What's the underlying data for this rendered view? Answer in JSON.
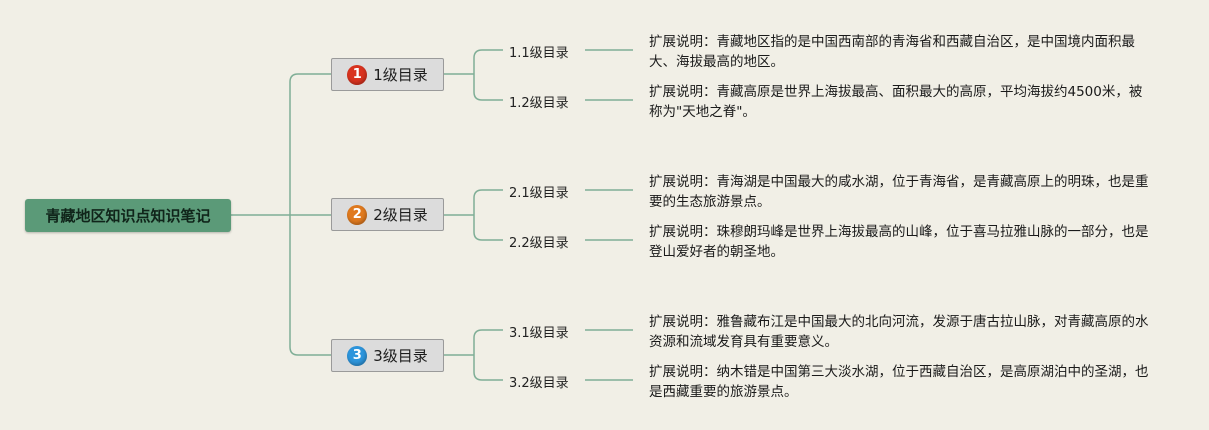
{
  "root": {
    "label": "青藏地区知识点知识笔记",
    "color": "#5b9a78"
  },
  "line_color": "#7fae96",
  "sections": [
    {
      "number": "1",
      "badge_color": "#d9331f",
      "label": "1级目录",
      "children": [
        {
          "label": "1.1级目录",
          "note": "扩展说明：青藏地区指的是中国西南部的青海省和西藏自治区，是中国境内面积最大、海拔最高的地区。"
        },
        {
          "label": "1.2级目录",
          "note": "扩展说明：青藏高原是世界上海拔最高、面积最大的高原，平均海拔约4500米，被称为\"天地之脊\"。"
        }
      ]
    },
    {
      "number": "2",
      "badge_color": "#e07a1f",
      "label": "2级目录",
      "children": [
        {
          "label": "2.1级目录",
          "note": "扩展说明：青海湖是中国最大的咸水湖，位于青海省，是青藏高原上的明珠，也是重要的生态旅游景点。"
        },
        {
          "label": "2.2级目录",
          "note": "扩展说明：珠穆朗玛峰是世界上海拔最高的山峰，位于喜马拉雅山脉的一部分，也是登山爱好者的朝圣地。"
        }
      ]
    },
    {
      "number": "3",
      "badge_color": "#2d95dc",
      "label": "3级目录",
      "children": [
        {
          "label": "3.1级目录",
          "note": "扩展说明：雅鲁藏布江是中国最大的北向河流，发源于唐古拉山脉，对青藏高原的水资源和流域发育具有重要意义。"
        },
        {
          "label": "3.2级目录",
          "note": "扩展说明：纳木错是中国第三大淡水湖，位于西藏自治区，是高原湖泊中的圣湖，也是西藏重要的旅游景点。"
        }
      ]
    }
  ]
}
